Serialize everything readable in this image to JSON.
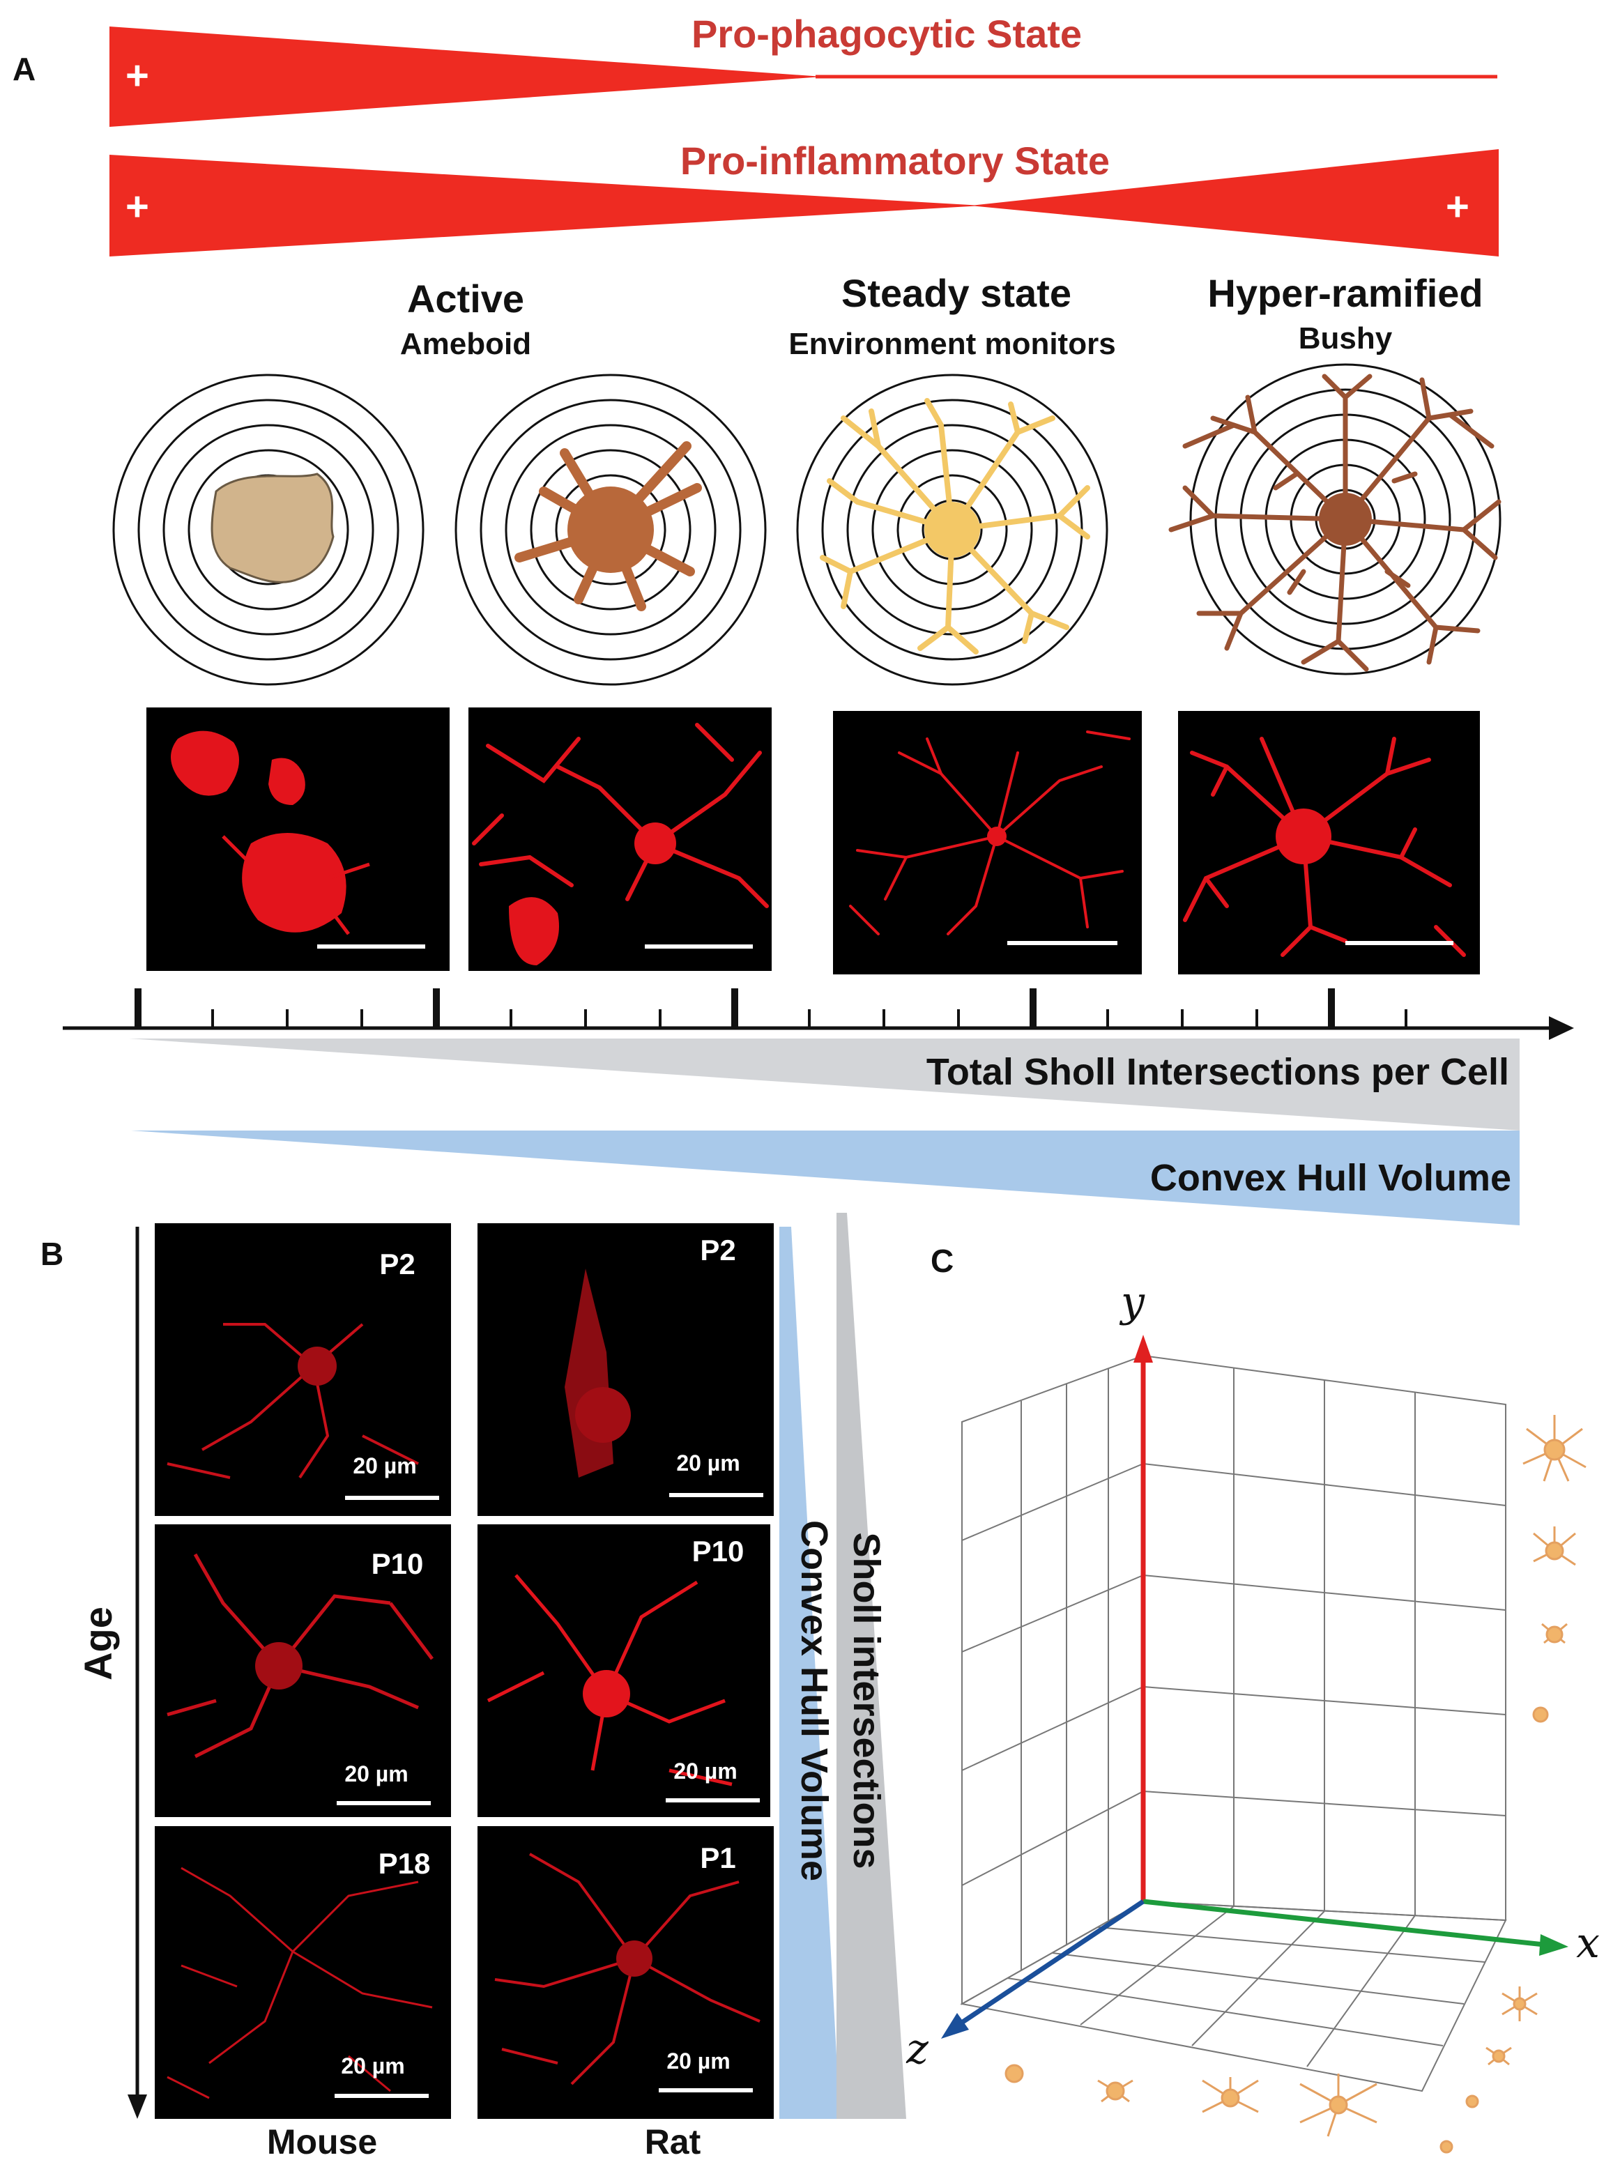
{
  "panels": {
    "a": "A",
    "b": "B",
    "c": "C"
  },
  "panel_a": {
    "wedges": {
      "phagocytic": {
        "title": "Pro-phagocytic State",
        "plus_left": "+"
      },
      "inflammatory": {
        "title": "Pro-inflammatory State",
        "plus_left": "+",
        "plus_right": "+"
      }
    },
    "morphologies": [
      {
        "title": "Active",
        "subtitle": "Ameboid"
      },
      {
        "title": "Steady state",
        "subtitle": "Environment monitors"
      },
      {
        "title": "Hyper-ramified",
        "subtitle": "Bushy"
      }
    ],
    "cell_colors": {
      "ameboid": "#d1b48c",
      "active": "#b8683a",
      "steady": "#f3c866",
      "bushy": "#9a5232"
    },
    "bars": {
      "sholl": "Total Sholl Intersections per Cell",
      "hull": "Convex Hull Volume"
    }
  },
  "panel_b": {
    "axis_label": "Age",
    "columns": [
      {
        "name": "Mouse",
        "tiles": [
          {
            "age": "P2",
            "scale": "20 µm"
          },
          {
            "age": "P10",
            "scale": "20 µm"
          },
          {
            "age": "P18",
            "scale": "20 µm"
          }
        ]
      },
      {
        "name": "Rat",
        "tiles": [
          {
            "age": "P2",
            "scale": "20 µm"
          },
          {
            "age": "P10",
            "scale": "20 µm"
          },
          {
            "age": "P1",
            "scale": "20 µm"
          }
        ]
      }
    ],
    "hull_label": "Convex Hull Volume",
    "sholl_label": "Sholl intersections"
  },
  "panel_c": {
    "axes": {
      "x": "x",
      "y": "y",
      "z": "z"
    },
    "axis_colors": {
      "x": "#1d9b3c",
      "y": "#e02020",
      "z": "#1a4f9a"
    }
  },
  "colors": {
    "wedge_red": "#ee2b22",
    "sholl_grey": "#d3d5d8",
    "hull_blue": "#a9c9ea",
    "micro_red": "#e3141c"
  }
}
